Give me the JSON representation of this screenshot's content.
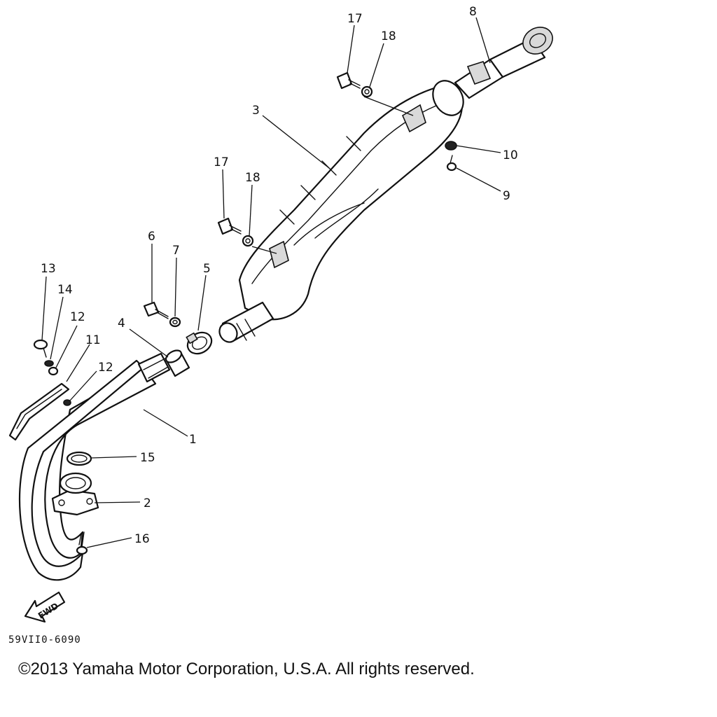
{
  "diagram": {
    "code": "59VII0-6090",
    "fwd_label": "FWD",
    "copyright": "©2013 Yamaha Motor Corporation, U.S.A. All rights reserved.",
    "callouts": [
      "1",
      "2",
      "3",
      "4",
      "5",
      "6",
      "7",
      "8",
      "9",
      "10",
      "11",
      "12",
      "12",
      "13",
      "14",
      "15",
      "16",
      "17",
      "17",
      "18",
      "18"
    ]
  }
}
